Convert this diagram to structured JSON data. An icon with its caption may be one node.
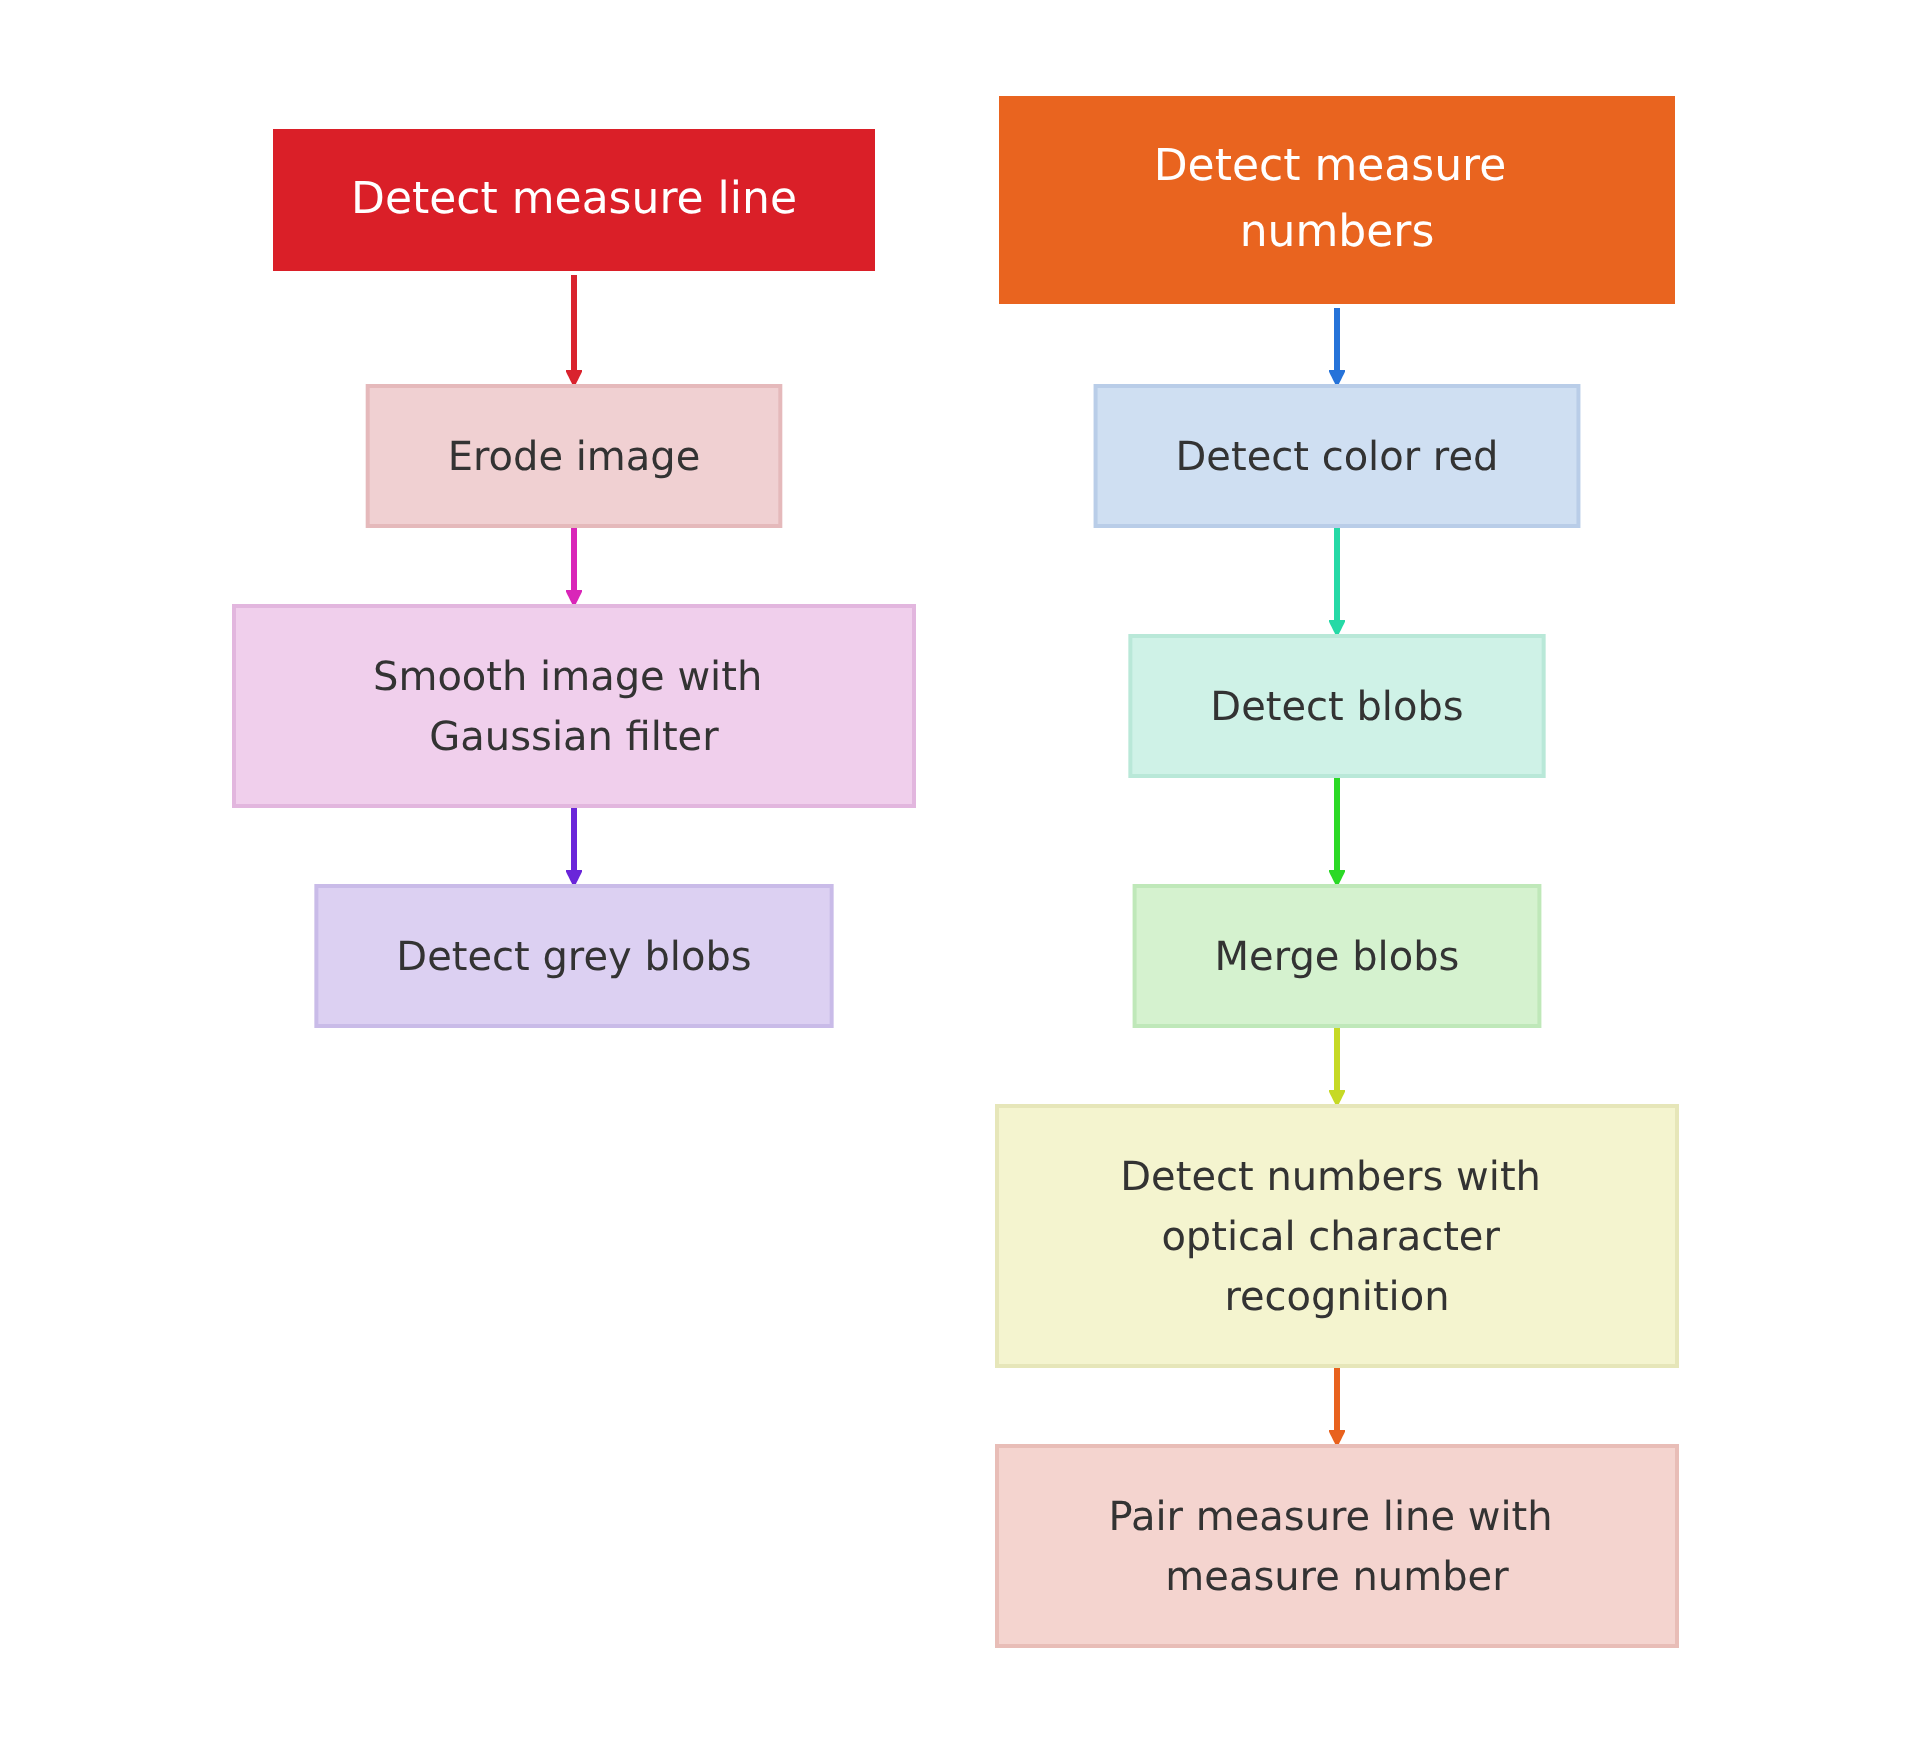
{
  "diagram": {
    "nodes": [
      {
        "text": [
          "Detect measure line"
        ]
      },
      {
        "text": [
          "Erode image"
        ]
      },
      {
        "text": [
          "Smooth image with Gaussian filter"
        ]
      },
      {
        "text": [
          "Detect grey blobs"
        ]
      },
      {
        "text": [
          "Detect measure numbers"
        ]
      },
      {
        "text": [
          "Detect color red"
        ]
      },
      {
        "text": [
          "Detect blobs"
        ]
      },
      {
        "text": [
          "Merge blobs"
        ]
      },
      {
        "text": [
          "Detect numbers with optical character recognition"
        ]
      },
      {
        "text": [
          "Pair measure line with measure number"
        ]
      }
    ],
    "edges": [
      {
        "from": 0,
        "to": 1,
        "arrow": "to",
        "color": "#d9232e"
      },
      {
        "from": 1,
        "to": 2,
        "arrow": "to",
        "color": "#d926b8"
      },
      {
        "from": 2,
        "to": 3,
        "arrow": "to",
        "color": "#6a26d9"
      },
      {
        "from": 4,
        "to": 5,
        "arrow": "to",
        "color": "#2673d9"
      },
      {
        "from": 5,
        "to": 6,
        "arrow": "to",
        "color": "#26d9a6"
      },
      {
        "from": 6,
        "to": 7,
        "arrow": "to",
        "color": "#2bd926"
      },
      {
        "from": 7,
        "to": 8,
        "arrow": "to",
        "color": "#c6d926"
      },
      {
        "from": 8,
        "to": 9,
        "arrow": "to",
        "color": "#e8621e"
      }
    ]
  }
}
